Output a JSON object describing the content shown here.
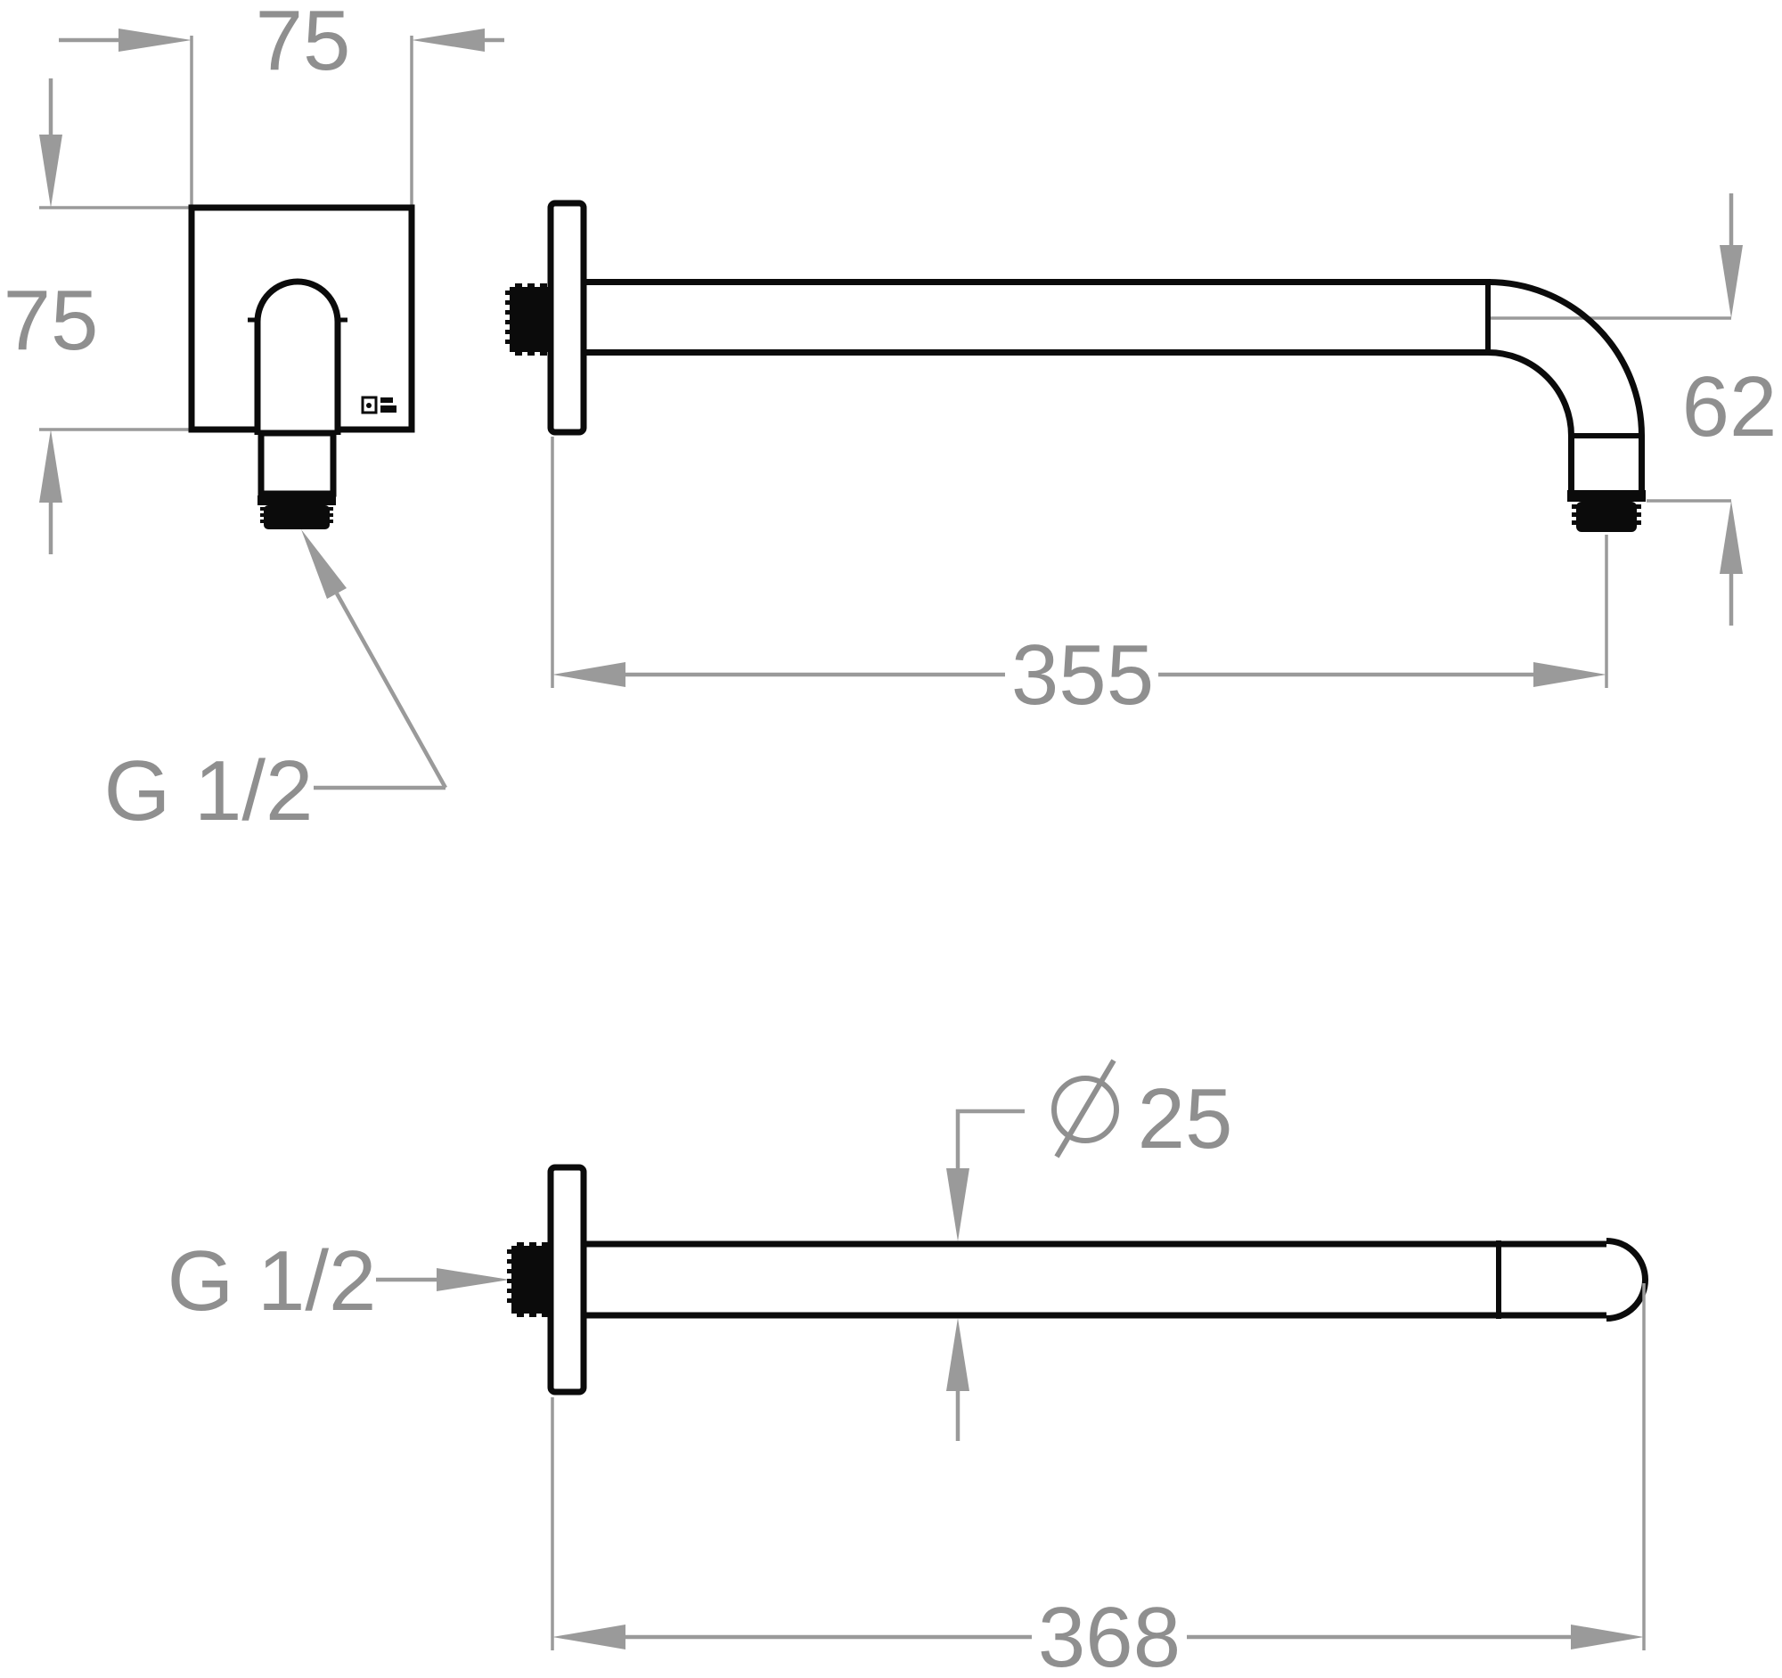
{
  "drawing_type": "technical-dimension-drawing",
  "subject": "wall-mounted shower arm, three orthographic views",
  "colors": {
    "part_outline": "#0b0b0b",
    "dimension_gray": "#9a9a9a",
    "dim_text": "#8f8f8f",
    "background": "#ffffff"
  },
  "views": {
    "front_view": {
      "label_width": "75",
      "label_height": "75",
      "label_thread": "G 1/2"
    },
    "side_view": {
      "label_length": "355",
      "label_drop": "62"
    },
    "plan_view": {
      "label_diameter": "25",
      "label_length": "368",
      "label_thread": "G 1/2"
    }
  },
  "icons": {
    "diameter_symbol": "circle-with-slash diameter mark",
    "brand_logo": "small engraved logo on wall plate"
  }
}
